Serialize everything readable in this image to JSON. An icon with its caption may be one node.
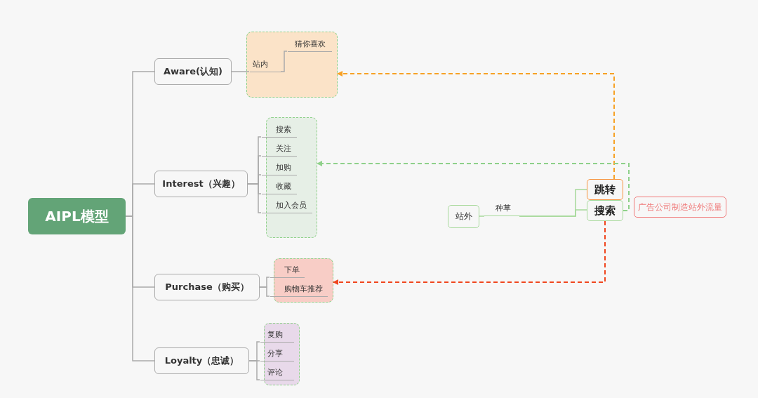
{
  "diagram": {
    "nodes": [
      {
        "text": [
          "AIPL模型"
        ]
      },
      {
        "text": [
          "Aware(认知)"
        ]
      },
      {
        "text": [
          "Interest（兴趣）"
        ]
      },
      {
        "text": [
          "Purchase（购买）"
        ]
      },
      {
        "text": [
          "Loyalty（忠诚）"
        ]
      },
      {
        "text": [],
        "shape": "box"
      },
      {
        "text": [
          "站内"
        ],
        "in": 5
      },
      {
        "text": [
          "猜你喜欢"
        ],
        "in": 5
      },
      {
        "text": [],
        "shape": "box"
      },
      {
        "text": [
          "搜索"
        ],
        "in": 8
      },
      {
        "text": [
          "关注"
        ],
        "in": 8
      },
      {
        "text": [
          "加购"
        ],
        "in": 8
      },
      {
        "text": [
          "收藏"
        ],
        "in": 8
      },
      {
        "text": [
          "加入会员"
        ],
        "in": 8
      },
      {
        "text": [],
        "shape": "box"
      },
      {
        "text": [
          "下单"
        ],
        "in": 14
      },
      {
        "text": [
          "购物车推荐"
        ],
        "in": 14
      },
      {
        "text": [],
        "shape": "box"
      },
      {
        "text": [
          "复购"
        ],
        "in": 17
      },
      {
        "text": [
          "分享"
        ],
        "in": 17
      },
      {
        "text": [
          "评论"
        ],
        "in": 17
      },
      {
        "text": [
          "站外"
        ]
      },
      {
        "text": [
          "种草"
        ]
      },
      {
        "text": [
          "跳转"
        ]
      },
      {
        "text": [
          "搜索"
        ]
      },
      {
        "text": [
          "广告公司制造站外流量"
        ]
      }
    ],
    "edges": [
      {
        "from": 0,
        "to": 1,
        "arrow": "none"
      },
      {
        "from": 0,
        "to": 2,
        "arrow": "none"
      },
      {
        "from": 0,
        "to": 3,
        "arrow": "none"
      },
      {
        "from": 0,
        "to": 4,
        "arrow": "none"
      },
      {
        "from": 1,
        "to": 6,
        "arrow": "none"
      },
      {
        "from": 6,
        "to": 7,
        "arrow": "none"
      },
      {
        "from": 2,
        "to": 9,
        "arrow": "none"
      },
      {
        "from": 2,
        "to": 10,
        "arrow": "none"
      },
      {
        "from": 2,
        "to": 11,
        "arrow": "none"
      },
      {
        "from": 2,
        "to": 12,
        "arrow": "none"
      },
      {
        "from": 2,
        "to": 13,
        "arrow": "none"
      },
      {
        "from": 3,
        "to": 15,
        "arrow": "none"
      },
      {
        "from": 3,
        "to": 16,
        "arrow": "none"
      },
      {
        "from": 4,
        "to": 18,
        "arrow": "none"
      },
      {
        "from": 4,
        "to": 19,
        "arrow": "none"
      },
      {
        "from": 4,
        "to": 20,
        "arrow": "none"
      },
      {
        "from": 21,
        "to": 22,
        "arrow": "none",
        "color": "#a6d99a"
      },
      {
        "from": 22,
        "to": 23,
        "arrow": "none",
        "color": "#a6d99a"
      },
      {
        "from": 22,
        "to": 24,
        "arrow": "none",
        "color": "#a6d99a"
      },
      {
        "from": 23,
        "to": 5,
        "arrow": "to",
        "style": "dashed",
        "color": "#f7a125"
      },
      {
        "from": 24,
        "to": 8,
        "arrow": "to",
        "style": "dashed",
        "color": "#8fd18a"
      },
      {
        "from": 24,
        "to": 14,
        "arrow": "to",
        "style": "dashed",
        "color": "#f0461e"
      }
    ]
  }
}
